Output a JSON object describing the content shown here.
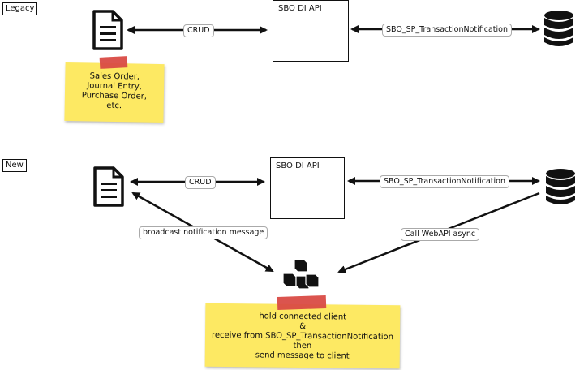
{
  "legacy": {
    "tag": "Legacy",
    "api_box": "SBO DI API",
    "crud_label": "CRUD",
    "notify_label": "SBO_SP_TransactionNotification",
    "note_lines": [
      "Sales Order,",
      "Journal Entry,",
      "Purchase Order,",
      "etc."
    ]
  },
  "new": {
    "tag": "New",
    "api_box": "SBO DI API",
    "crud_label": "CRUD",
    "notify_label": "SBO_SP_TransactionNotification",
    "broadcast_label": "broadcast notification message",
    "webapi_label": "Call WebAPI async",
    "note_lines": [
      "hold connected client",
      "&",
      "receive from SBO_SP_TransactionNotification",
      "then",
      "send message to client"
    ]
  },
  "icons": {
    "document": "document-icon",
    "database": "database-icon",
    "server": "cubes-icon"
  },
  "colors": {
    "sticky": "#fde963",
    "tape": "#d94b45"
  }
}
